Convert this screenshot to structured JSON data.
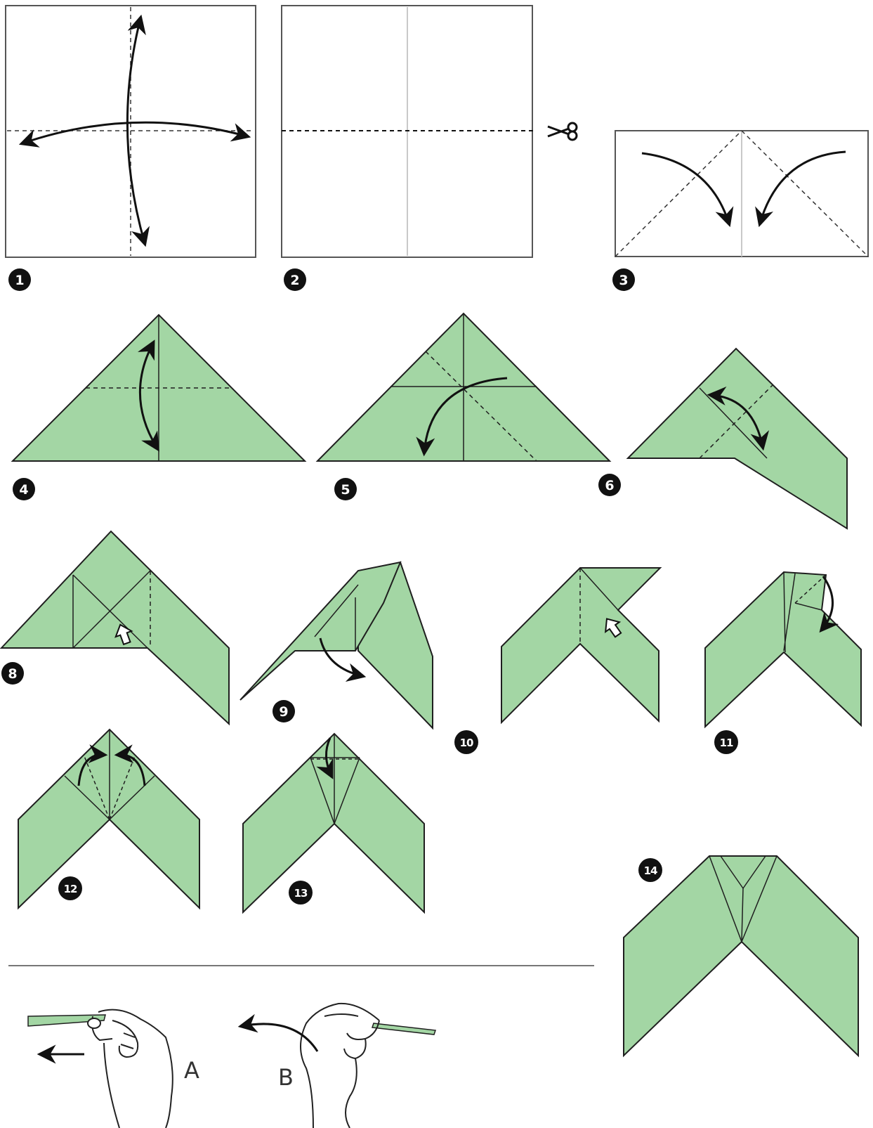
{
  "colors": {
    "paper_green": "#a3d6a4",
    "outline": "#1f1f1f",
    "crease": "#2a2a2a",
    "faint_crease": "#c9c9c9",
    "badge": "#111111",
    "badge_text": "#ffffff"
  },
  "steps": [
    {
      "number": "1"
    },
    {
      "number": "2"
    },
    {
      "number": "3"
    },
    {
      "number": "4"
    },
    {
      "number": "5"
    },
    {
      "number": "6"
    },
    {
      "number": "8"
    },
    {
      "number": "9"
    },
    {
      "number": "10"
    },
    {
      "number": "11"
    },
    {
      "number": "12"
    },
    {
      "number": "13"
    },
    {
      "number": "14"
    }
  ],
  "throwing": {
    "label_a": "A",
    "label_b": "B"
  },
  "icons": [
    "scissors-icon",
    "push-arrow-icon",
    "hand-icon",
    "fold-arrow-icon"
  ]
}
